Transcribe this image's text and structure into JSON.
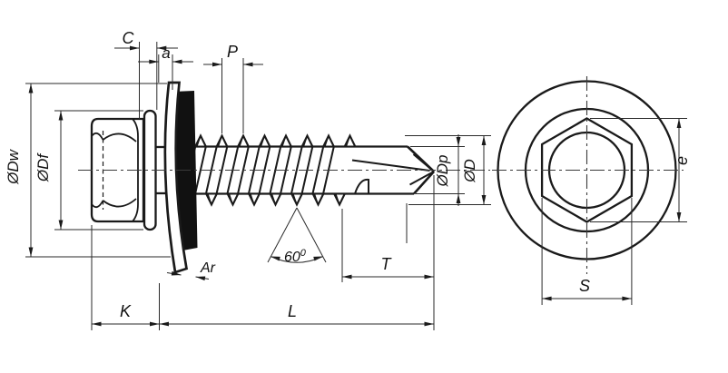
{
  "page": {
    "type": "technical-drawing",
    "subject": "Self-drilling hex washer head screw with bonded sealing washer, side view and head-on view",
    "colors": {
      "background": "#ffffff",
      "line": "#1a1a1a",
      "seal_washer_fill": "#111111",
      "dim_line": "#2a2a2a"
    }
  },
  "labels": {
    "c": "C",
    "a": "a",
    "p": "P",
    "dw": "ØDw",
    "df": "ØDf",
    "ar": "Ar",
    "angle_value": "60",
    "angle_sup": "0",
    "t": "T",
    "k": "K",
    "l": "L",
    "dp": "ØDp",
    "d": "ØD",
    "e": "e",
    "s": "S"
  }
}
